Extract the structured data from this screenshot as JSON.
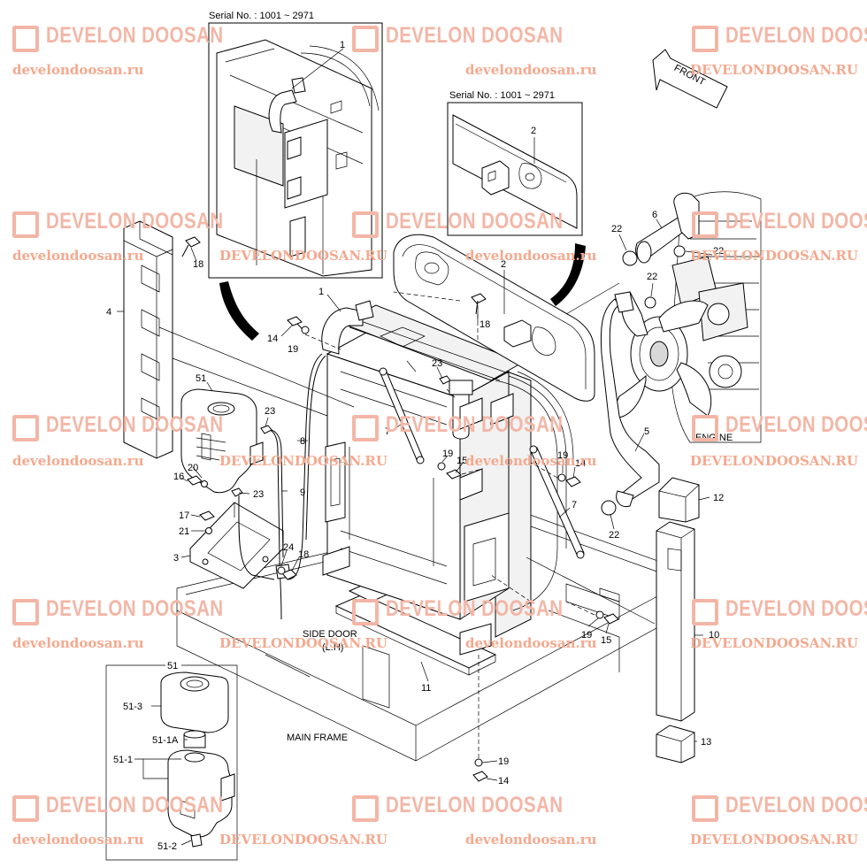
{
  "watermark": {
    "brand": "DEVELON DOOSAN",
    "url_lower": "develondoosan.ru",
    "url_upper": "DEVELONDOOSAN.RU",
    "color": "#f3b6a6"
  },
  "headers": {
    "serial_left": "Serial No. : 1001 ~ 2971",
    "serial_right": "Serial No. : 1001 ~ 2971"
  },
  "front_label": "FRONT",
  "annotations": {
    "engine": "ENGINE",
    "side_door": "SIDE DOOR",
    "side_door_sub": "(L.H)",
    "main_frame": "MAIN FRAME"
  },
  "callouts": [
    {
      "id": "c1a",
      "text": "1"
    },
    {
      "id": "c2a",
      "text": "2"
    },
    {
      "id": "c1",
      "text": "1"
    },
    {
      "id": "c2",
      "text": "2"
    },
    {
      "id": "c4",
      "text": "4"
    },
    {
      "id": "c18a",
      "text": "18"
    },
    {
      "id": "c14a",
      "text": "14"
    },
    {
      "id": "c19a",
      "text": "19"
    },
    {
      "id": "c18b",
      "text": "18"
    },
    {
      "id": "c23a",
      "text": "23"
    },
    {
      "id": "c51",
      "text": "51"
    },
    {
      "id": "c23b",
      "text": "23"
    },
    {
      "id": "c20",
      "text": "20"
    },
    {
      "id": "c16",
      "text": "16"
    },
    {
      "id": "c23c",
      "text": "23"
    },
    {
      "id": "c8",
      "text": "8"
    },
    {
      "id": "c9",
      "text": "9"
    },
    {
      "id": "c17",
      "text": "17"
    },
    {
      "id": "c21",
      "text": "21"
    },
    {
      "id": "c3",
      "text": "3"
    },
    {
      "id": "c24",
      "text": "24"
    },
    {
      "id": "c18c",
      "text": "18"
    },
    {
      "id": "c7a",
      "text": "7"
    },
    {
      "id": "c19b",
      "text": "19"
    },
    {
      "id": "c15a",
      "text": "15"
    },
    {
      "id": "c19c",
      "text": "19"
    },
    {
      "id": "c14b",
      "text": "14"
    },
    {
      "id": "c7b",
      "text": "7"
    },
    {
      "id": "c22a",
      "text": "22"
    },
    {
      "id": "c6",
      "text": "6"
    },
    {
      "id": "c22b",
      "text": "22"
    },
    {
      "id": "c22c",
      "text": "22"
    },
    {
      "id": "c5",
      "text": "5"
    },
    {
      "id": "c22d",
      "text": "22"
    },
    {
      "id": "c12",
      "text": "12"
    },
    {
      "id": "c10",
      "text": "10"
    },
    {
      "id": "c13",
      "text": "13"
    },
    {
      "id": "c19d",
      "text": "19"
    },
    {
      "id": "c15b",
      "text": "15"
    },
    {
      "id": "c11",
      "text": "11"
    },
    {
      "id": "c19e",
      "text": "19"
    },
    {
      "id": "c14c",
      "text": "14"
    },
    {
      "id": "c51b",
      "text": "51"
    },
    {
      "id": "c51_3",
      "text": "51-3"
    },
    {
      "id": "c51_1A",
      "text": "51-1A"
    },
    {
      "id": "c51_1",
      "text": "51-1"
    },
    {
      "id": "c51_2",
      "text": "51-2"
    }
  ]
}
